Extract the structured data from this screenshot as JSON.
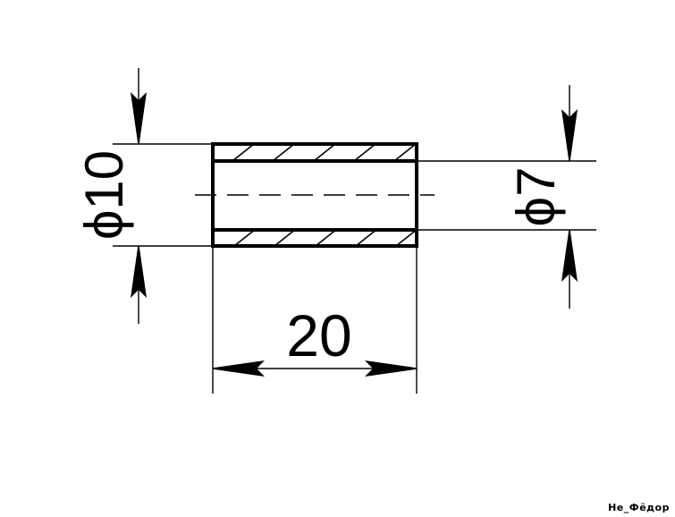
{
  "drawing": {
    "dimensions": {
      "outer_diameter": "ϕ10",
      "inner_diameter": "ϕ7",
      "length": "20"
    },
    "signature": "Не_Фёдор",
    "colors": {
      "line": "#000000",
      "background": "#ffffff"
    }
  }
}
